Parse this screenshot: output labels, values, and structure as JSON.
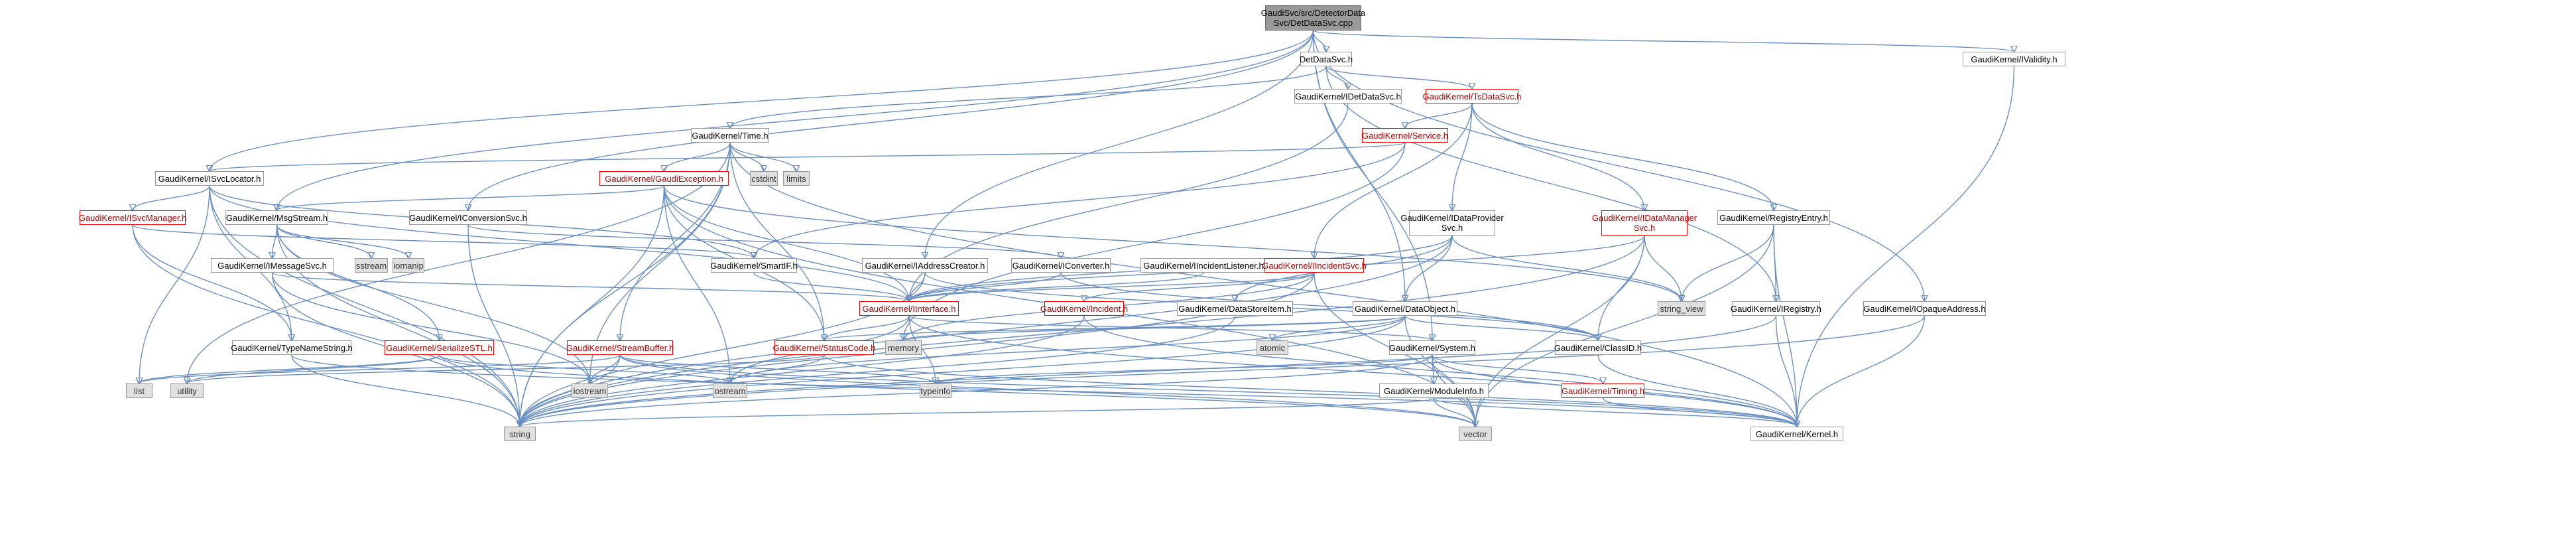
{
  "nodes": [
    {
      "id": "root",
      "label": "GaudiSvc/src/DetectorData\nSvc/DetDataSvc.cpp",
      "kind": "root"
    },
    {
      "id": "detdatasvc",
      "label": "DetDataSvc.h",
      "kind": "file"
    },
    {
      "id": "ivalidity",
      "label": "GaudiKernel/IValidity.h",
      "kind": "file"
    },
    {
      "id": "idetdatasvc",
      "label": "GaudiKernel/IDetDataSvc.h",
      "kind": "file"
    },
    {
      "id": "tsdatasvc",
      "label": "GaudiKernel/TsDataSvc.h",
      "kind": "red"
    },
    {
      "id": "time",
      "label": "GaudiKernel/Time.h",
      "kind": "file"
    },
    {
      "id": "service",
      "label": "GaudiKernel/Service.h",
      "kind": "red"
    },
    {
      "id": "isvclocator",
      "label": "GaudiKernel/ISvcLocator.h",
      "kind": "file"
    },
    {
      "id": "cstdint",
      "label": "cstdint",
      "kind": "ext"
    },
    {
      "id": "limits",
      "label": "limits",
      "kind": "ext"
    },
    {
      "id": "gaudiexception",
      "label": "GaudiKernel/GaudiException.h",
      "kind": "red"
    },
    {
      "id": "iconversionsvc",
      "label": "GaudiKernel/IConversionSvc.h",
      "kind": "file"
    },
    {
      "id": "isvcmanager",
      "label": "GaudiKernel/ISvcManager.h",
      "kind": "red"
    },
    {
      "id": "msgstream",
      "label": "GaudiKernel/MsgStream.h",
      "kind": "file"
    },
    {
      "id": "sstream",
      "label": "sstream",
      "kind": "ext"
    },
    {
      "id": "iomanip",
      "label": "iomanip",
      "kind": "ext"
    },
    {
      "id": "iconverter",
      "label": "GaudiKernel/IConverter.h",
      "kind": "file"
    },
    {
      "id": "iaddresscreator",
      "label": "GaudiKernel/IAddressCreator.h",
      "kind": "file"
    },
    {
      "id": "iincidentlistener",
      "label": "GaudiKernel/IIncidentListener.h",
      "kind": "file"
    },
    {
      "id": "iincidentsvc",
      "label": "GaudiKernel/IIncidentSvc.h",
      "kind": "red"
    },
    {
      "id": "idataprovidersvc",
      "label": "GaudiKernel/IDataProvider\nSvc.h",
      "kind": "file"
    },
    {
      "id": "idatamanagersvc",
      "label": "GaudiKernel/IDataManager\nSvc.h",
      "kind": "red"
    },
    {
      "id": "registryentry",
      "label": "GaudiKernel/RegistryEntry.h",
      "kind": "file"
    },
    {
      "id": "imessagesvc",
      "label": "GaudiKernel/IMessageSvc.h",
      "kind": "file"
    },
    {
      "id": "smartif",
      "label": "GaudiKernel/SmartIF.h",
      "kind": "file"
    },
    {
      "id": "iinterface",
      "label": "GaudiKernel/IInterface.h",
      "kind": "red"
    },
    {
      "id": "incident",
      "label": "GaudiKernel/Incident.h",
      "kind": "red"
    },
    {
      "id": "datastoreitem",
      "label": "GaudiKernel/DataStoreItem.h",
      "kind": "file"
    },
    {
      "id": "dataobject",
      "label": "GaudiKernel/DataObject.h",
      "kind": "file"
    },
    {
      "id": "string_view",
      "label": "string_view",
      "kind": "ext"
    },
    {
      "id": "iregistry",
      "label": "GaudiKernel/IRegistry.h",
      "kind": "file"
    },
    {
      "id": "iopaqueaddress",
      "label": "GaudiKernel/IOpaqueAddress.h",
      "kind": "file"
    },
    {
      "id": "typenamestring",
      "label": "GaudiKernel/TypeNameString.h",
      "kind": "file"
    },
    {
      "id": "serializestl",
      "label": "GaudiKernel/SerializeSTL.h",
      "kind": "red"
    },
    {
      "id": "streambuffer",
      "label": "GaudiKernel/StreamBuffer.h",
      "kind": "red"
    },
    {
      "id": "statuscode",
      "label": "GaudiKernel/StatusCode.h",
      "kind": "red"
    },
    {
      "id": "memory",
      "label": "memory",
      "kind": "ext"
    },
    {
      "id": "typeinfo",
      "label": "typeinfo",
      "kind": "ext"
    },
    {
      "id": "ostream",
      "label": "ostream",
      "kind": "ext"
    },
    {
      "id": "system",
      "label": "GaudiKernel/System.h",
      "kind": "file"
    },
    {
      "id": "classid",
      "label": "GaudiKernel/ClassID.h",
      "kind": "file"
    },
    {
      "id": "atomic",
      "label": "atomic",
      "kind": "ext"
    },
    {
      "id": "list",
      "label": "list",
      "kind": "ext"
    },
    {
      "id": "utility",
      "label": "utility",
      "kind": "ext"
    },
    {
      "id": "iostream",
      "label": "iostream",
      "kind": "ext"
    },
    {
      "id": "moduleinfo",
      "label": "GaudiKernel/ModuleInfo.h",
      "kind": "file"
    },
    {
      "id": "timing",
      "label": "GaudiKernel/Timing.h",
      "kind": "red"
    },
    {
      "id": "string",
      "label": "string",
      "kind": "ext"
    },
    {
      "id": "vector",
      "label": "vector",
      "kind": "ext"
    },
    {
      "id": "kernel",
      "label": "GaudiKernel/Kernel.h",
      "kind": "file"
    }
  ],
  "edges": [
    [
      "root",
      "detdatasvc"
    ],
    [
      "root",
      "ivalidity"
    ],
    [
      "root",
      "isvclocator"
    ],
    [
      "root",
      "msgstream"
    ],
    [
      "root",
      "iconversionsvc"
    ],
    [
      "root",
      "iaddresscreator"
    ],
    [
      "root",
      "iopaqueaddress"
    ],
    [
      "root",
      "dataobject"
    ],
    [
      "root",
      "system"
    ],
    [
      "detdatasvc",
      "idetdatasvc"
    ],
    [
      "detdatasvc",
      "tsdatasvc"
    ],
    [
      "detdatasvc",
      "time"
    ],
    [
      "detdatasvc",
      "iregistry"
    ],
    [
      "ivalidity",
      "kernel"
    ],
    [
      "idetdatasvc",
      "iinterface"
    ],
    [
      "tsdatasvc",
      "service"
    ],
    [
      "tsdatasvc",
      "iincidentsvc"
    ],
    [
      "tsdatasvc",
      "idataprovidersvc"
    ],
    [
      "tsdatasvc",
      "idatamanagersvc"
    ],
    [
      "tsdatasvc",
      "registryentry"
    ],
    [
      "service",
      "isvclocator"
    ],
    [
      "service",
      "smartif"
    ],
    [
      "service",
      "memory"
    ],
    [
      "time",
      "cstdint"
    ],
    [
      "time",
      "limits"
    ],
    [
      "time",
      "gaudiexception"
    ],
    [
      "time",
      "statuscode"
    ],
    [
      "time",
      "streambuffer"
    ],
    [
      "time",
      "kernel"
    ],
    [
      "time",
      "iostream"
    ],
    [
      "time",
      "string"
    ],
    [
      "time",
      "utility"
    ],
    [
      "isvclocator",
      "isvcmanager"
    ],
    [
      "isvclocator",
      "smartif"
    ],
    [
      "isvclocator",
      "iinterface"
    ],
    [
      "isvclocator",
      "string"
    ],
    [
      "isvclocator",
      "list"
    ],
    [
      "isvclocator",
      "typenamestring"
    ],
    [
      "isvcmanager",
      "typenamestring"
    ],
    [
      "isvcmanager",
      "smartif"
    ],
    [
      "isvcmanager",
      "string"
    ],
    [
      "gaudiexception",
      "msgstream"
    ],
    [
      "gaudiexception",
      "iinterface"
    ],
    [
      "gaudiexception",
      "statuscode"
    ],
    [
      "gaudiexception",
      "string_view"
    ],
    [
      "gaudiexception",
      "string"
    ],
    [
      "gaudiexception",
      "ostream"
    ],
    [
      "gaudiexception",
      "vector"
    ],
    [
      "msgstream",
      "imessagesvc"
    ],
    [
      "msgstream",
      "sstream"
    ],
    [
      "msgstream",
      "iomanip"
    ],
    [
      "msgstream",
      "serializestl"
    ],
    [
      "msgstream",
      "string"
    ],
    [
      "msgstream",
      "iostream"
    ],
    [
      "iconversionsvc",
      "iconverter"
    ],
    [
      "iconversionsvc",
      "string"
    ],
    [
      "iconverter",
      "iinterface"
    ],
    [
      "iconverter",
      "classid"
    ],
    [
      "iaddresscreator",
      "iinterface"
    ],
    [
      "iaddresscreator",
      "classid"
    ],
    [
      "iaddresscreator",
      "string"
    ],
    [
      "iincidentlistener",
      "iinterface"
    ],
    [
      "iincidentsvc",
      "iinterface"
    ],
    [
      "iincidentsvc",
      "incident"
    ],
    [
      "iincidentsvc",
      "string"
    ],
    [
      "iincidentsvc",
      "memory"
    ],
    [
      "iincidentsvc",
      "vector"
    ],
    [
      "idataprovidersvc",
      "iinterface"
    ],
    [
      "idataprovidersvc",
      "datastoreitem"
    ],
    [
      "idataprovidersvc",
      "dataobject"
    ],
    [
      "idataprovidersvc",
      "string_view"
    ],
    [
      "idataprovidersvc",
      "string"
    ],
    [
      "idatamanagersvc",
      "iinterface"
    ],
    [
      "idatamanagersvc",
      "classid"
    ],
    [
      "idatamanagersvc",
      "string_view"
    ],
    [
      "idatamanagersvc",
      "string"
    ],
    [
      "idatamanagersvc",
      "vector"
    ],
    [
      "registryentry",
      "iregistry"
    ],
    [
      "registryentry",
      "string_view"
    ],
    [
      "registryentry",
      "kernel"
    ],
    [
      "registryentry",
      "vector"
    ],
    [
      "imessagesvc",
      "iinterface"
    ],
    [
      "imessagesvc",
      "string"
    ],
    [
      "imessagesvc",
      "iostream"
    ],
    [
      "smartif",
      "iinterface"
    ],
    [
      "iinterface",
      "statuscode"
    ],
    [
      "iinterface",
      "system"
    ],
    [
      "iinterface",
      "kernel"
    ],
    [
      "iinterface",
      "typeinfo"
    ],
    [
      "iinterface",
      "ostream"
    ],
    [
      "incident",
      "string"
    ],
    [
      "incident",
      "kernel"
    ],
    [
      "datastoreitem",
      "string"
    ],
    [
      "dataobject",
      "classid"
    ],
    [
      "dataobject",
      "statuscode"
    ],
    [
      "dataobject",
      "atomic"
    ],
    [
      "dataobject",
      "memory"
    ],
    [
      "dataobject",
      "ostream"
    ],
    [
      "dataobject",
      "vector"
    ],
    [
      "dataobject",
      "string"
    ],
    [
      "iregistry",
      "kernel"
    ],
    [
      "iregistry",
      "string"
    ],
    [
      "iopaqueaddress",
      "kernel"
    ],
    [
      "iopaqueaddress",
      "string"
    ],
    [
      "typenamestring",
      "string"
    ],
    [
      "typenamestring",
      "kernel"
    ],
    [
      "serializestl",
      "list"
    ],
    [
      "serializestl",
      "utility"
    ],
    [
      "serializestl",
      "ostream"
    ],
    [
      "serializestl",
      "vector"
    ],
    [
      "streambuffer",
      "typeinfo"
    ],
    [
      "streambuffer",
      "kernel"
    ],
    [
      "streambuffer",
      "iostream"
    ],
    [
      "streambuffer",
      "list"
    ],
    [
      "streambuffer",
      "string"
    ],
    [
      "streambuffer",
      "vector"
    ],
    [
      "statuscode",
      "ostream"
    ],
    [
      "statuscode",
      "utility"
    ],
    [
      "statuscode",
      "kernel"
    ],
    [
      "system",
      "moduleinfo"
    ],
    [
      "system",
      "timing"
    ],
    [
      "system",
      "kernel"
    ],
    [
      "system",
      "string"
    ],
    [
      "system",
      "vector"
    ],
    [
      "system",
      "typeinfo"
    ],
    [
      "classid",
      "kernel"
    ],
    [
      "moduleinfo",
      "kernel"
    ],
    [
      "moduleinfo",
      "string"
    ],
    [
      "moduleinfo",
      "vector"
    ],
    [
      "timing",
      "kernel"
    ]
  ],
  "colors": {
    "edge": "#6a8fc2",
    "node_border": "#999999",
    "red_border": "#ff0000",
    "external_fill": "#e0e0e0",
    "root_fill": "#999999"
  }
}
